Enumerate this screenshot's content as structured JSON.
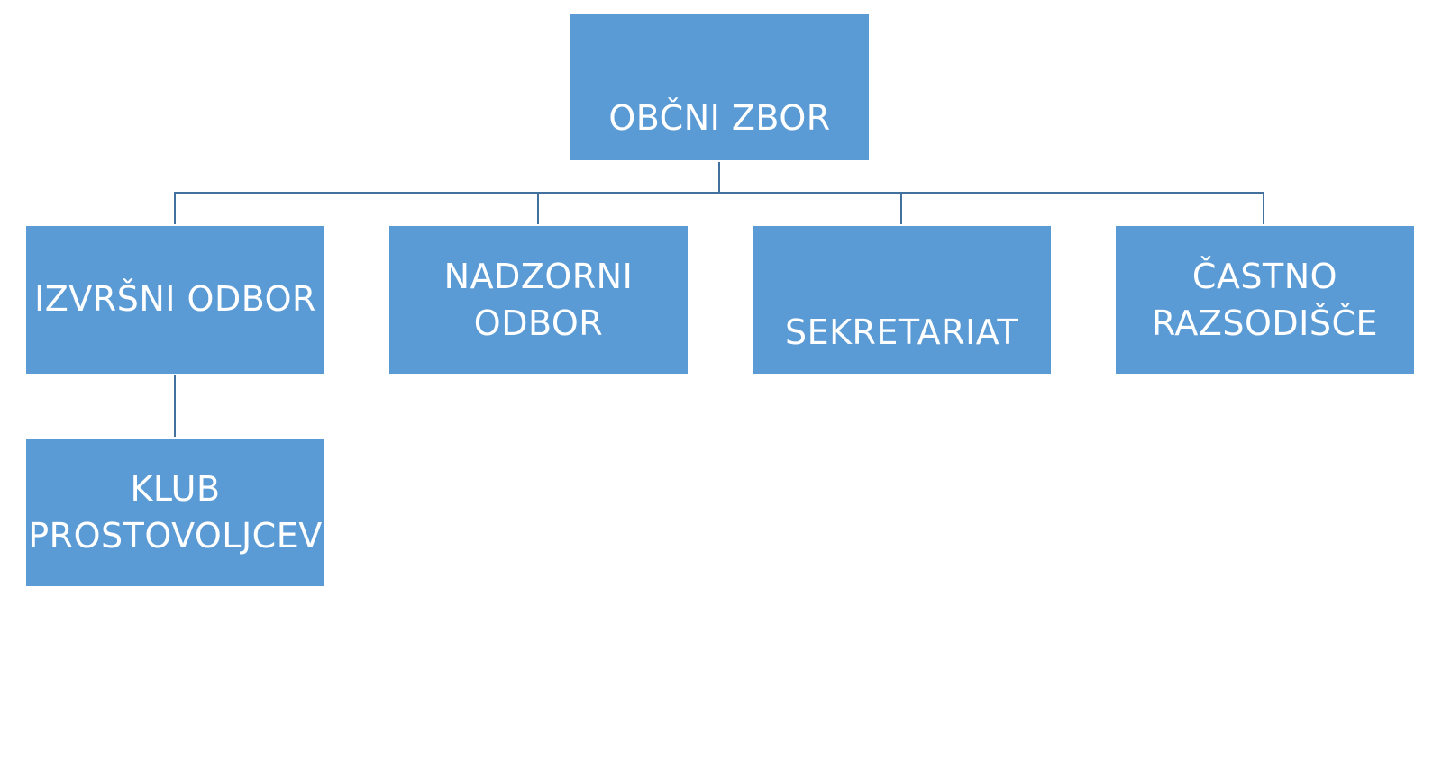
{
  "diagram": {
    "root": {
      "lines": [
        "OBČNI ZBOR"
      ]
    },
    "children": [
      {
        "lines": [
          "IZVRŠNI ODBOR"
        ]
      },
      {
        "lines": [
          "NADZORNI",
          "ODBOR"
        ]
      },
      {
        "lines": [
          "SEKRETARIAT"
        ]
      },
      {
        "lines": [
          "ČASTNO",
          "RAZSODIŠČE"
        ]
      }
    ],
    "sub_children": [
      {
        "parent": "IZVRŠNI ODBOR",
        "lines": [
          "KLUB",
          "PROSTOVOLJCEV"
        ]
      }
    ]
  },
  "colors": {
    "box_fill": "#5b9bd5",
    "box_text": "#ffffff",
    "connector": "#41719c",
    "background": "#ffffff"
  }
}
